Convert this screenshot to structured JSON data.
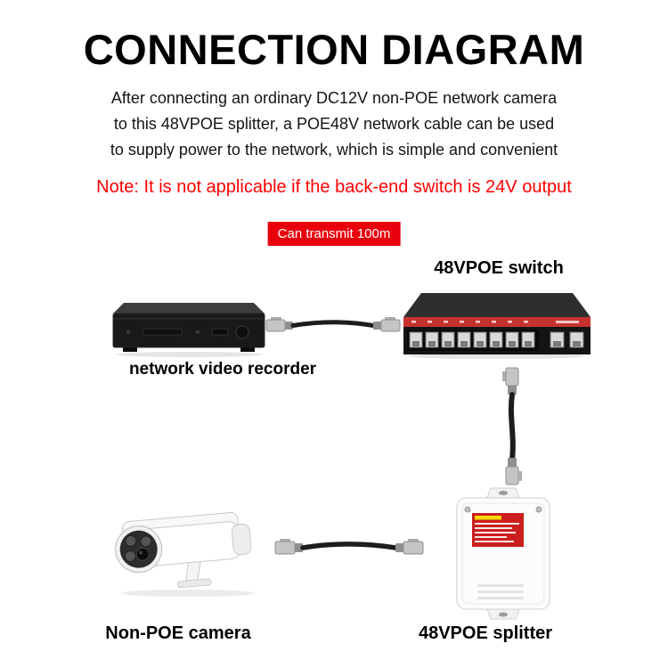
{
  "page": {
    "title": "CONNECTION DIAGRAM",
    "description": {
      "line1": "After connecting an ordinary DC12V non-POE network camera",
      "line2": "to this 48VPOE splitter, a POE48V network cable can be used",
      "line3": "to supply power to the network, which is simple and convenient"
    },
    "note": "Note: It is not applicable if the back-end switch is 24V output",
    "badge": "Can transmit 100m"
  },
  "devices": {
    "switch": {
      "label": "48VPOE switch"
    },
    "nvr": {
      "label": "network video recorder"
    },
    "camera": {
      "label": "Non-POE camera"
    },
    "splitter": {
      "label": "48VPOE splitter"
    }
  },
  "colors": {
    "note_text": "#ff0000",
    "badge_background": "#e8000d",
    "badge_text": "#ffffff",
    "switch_stripe": "#c6332f",
    "splitter_label": "#cc1f1f"
  }
}
